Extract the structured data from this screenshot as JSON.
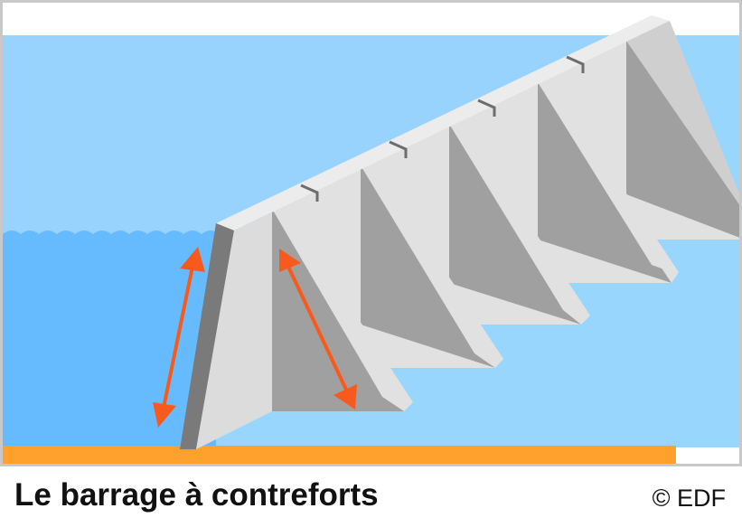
{
  "caption": {
    "title": "Le barrage à contreforts",
    "credit": "© EDF"
  },
  "colors": {
    "sky": "#ffffff",
    "upstream_water": "#66bbff",
    "upstream_water_top": "#97d3fd",
    "downstream_water": "#99d6fd",
    "foundation": "#ffa12c",
    "concrete_light": "#e1e1e1",
    "concrete_mid": "#cfcfcf",
    "concrete_shadow": "#a0a0a0",
    "concrete_edge": "#7a7a7a",
    "arrow": "#f85a1e",
    "frame": "#c8c8c8"
  },
  "diagram": {
    "buttress_count": 5,
    "arrow_count": 2,
    "icons": [
      "double-arrow-icon",
      "joint-mark-icon"
    ]
  }
}
